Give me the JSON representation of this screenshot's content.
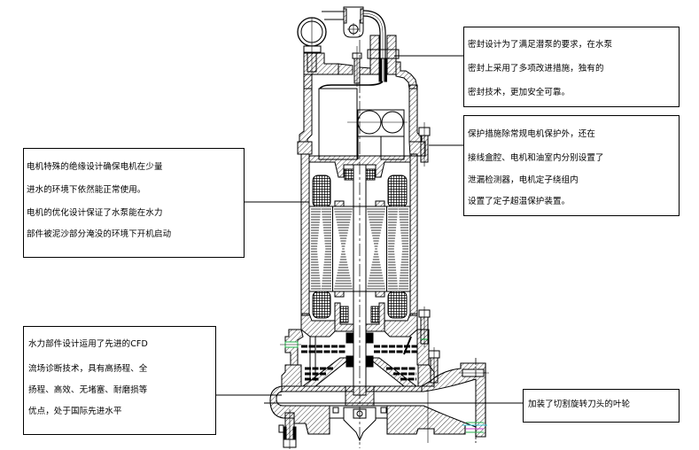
{
  "annotations": {
    "seal_design": {
      "lines": [
        "密封设计为了满足潜泵的要求，在水泵",
        "密封上采用了多项改进措施，独有的",
        "密封技术，更加安全可靠。"
      ]
    },
    "protection": {
      "lines": [
        "保护措施除常规电机保护外，还在",
        "接线盒腔、电机和油室内分别设置了",
        "泄漏检测器，电机定子绕组内",
        "设置了定子超温保护装置。"
      ]
    },
    "motor": {
      "lines": [
        "电机特殊的绝缘设计确保电机在少量",
        "进水的环境下依然能正常使用。",
        "电机的优化设计保证了水泵能在水力",
        "部件被泥沙部分淹没的环境下开机启动"
      ]
    },
    "hydraulic": {
      "lines": [
        "水力部件设计运用了先进的CFD",
        "流场诊断技术，具有高扬程、全",
        "扬程、高效、无堵塞、耐磨损等",
        "优点，处于国际先进水平"
      ]
    },
    "impeller": {
      "lines": [
        "加装了切割旋转刀头的叶轮"
      ]
    }
  },
  "colors": {
    "ink": "#000000",
    "paper": "#ffffff",
    "mark_green": "#22b04a",
    "mark_cyan": "#33c6d6",
    "mark_magenta": "#d23ad2"
  }
}
